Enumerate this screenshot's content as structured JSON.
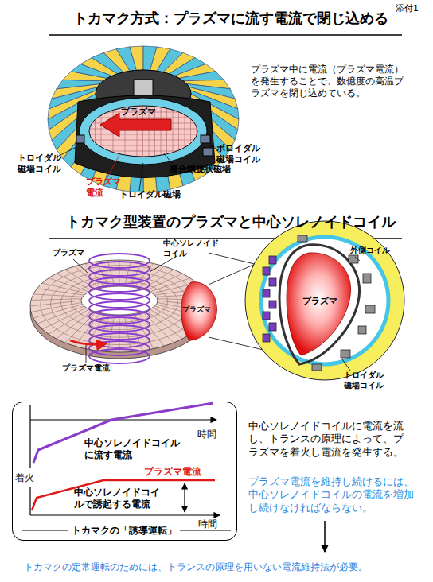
{
  "diagram": {
    "title": "トカマク方式：プラズマに流す電流で閉じ込める",
    "nodes": [
      {
        "text": [
          "時間",
          "中心ソレノイドコイルに流す電流",
          "着火",
          "プラズマ電流",
          "中心ソレノイドコイルで誘起する電流",
          "時間",
          "トカマクの「誘導運転」"
        ]
      }
    ],
    "labels": [
      "添付1",
      "プラズマ中に電流（プラズマ電流）を発生することで、数億度の高温プラズマを閉じ込めている。",
      "プラズマ",
      "ポロイダル磁場コイル",
      "トロイダル磁場コイル",
      "複合螺旋状磁場",
      "プラズマ電流",
      "トロイダル磁場",
      "トカマク型装置のプラズマと中心ソレノイドコイル",
      "プラズマ",
      "中心ソレノイドコイル",
      "プラズマ",
      "プラズマ電流",
      "外側コイル",
      "プラズマ",
      "トロイダル磁場コイル",
      "中心ソレノイドコイルに電流を流し、トランスの原理によって、プラズマを着火し電流を発生する。",
      "プラズマ電流を維持し続けるには、中心ソレノイドコイルの電流を増加し続けなければならない。",
      "トカマクの定常運転のためには、トランスの原理を用いない電流維持法が必要。"
    ]
  }
}
